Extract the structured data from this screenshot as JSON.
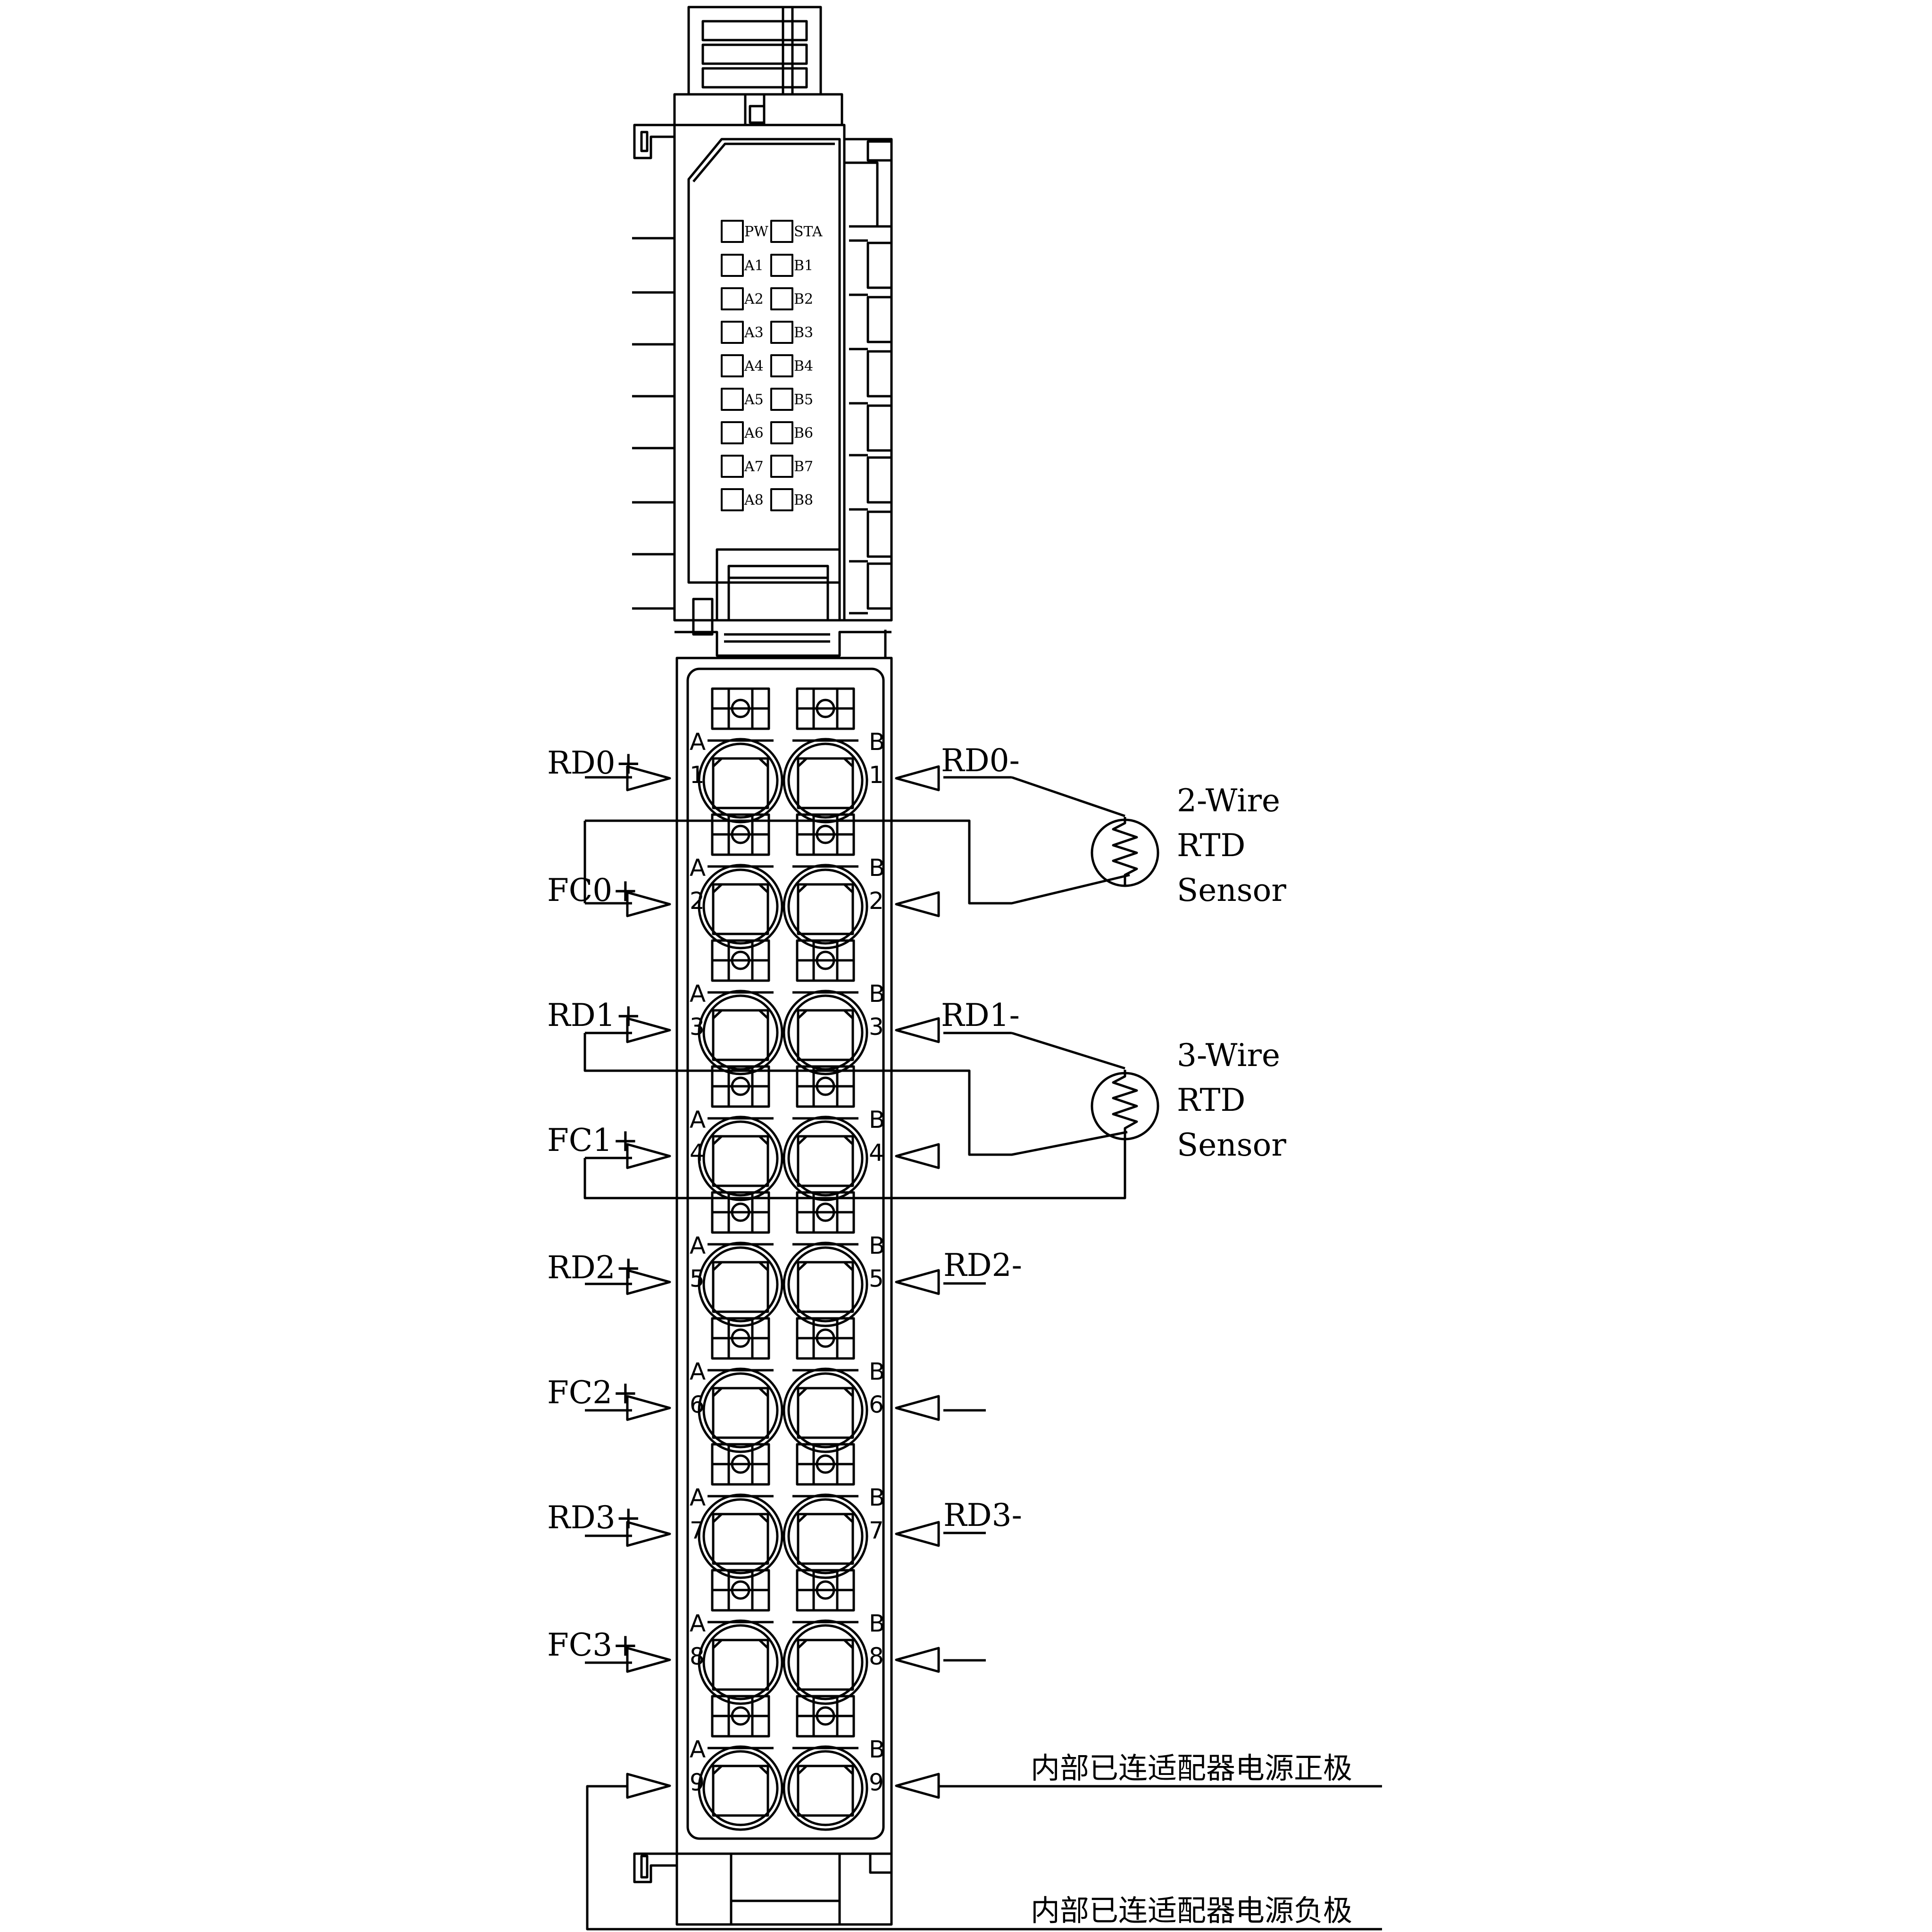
{
  "leds": {
    "top": [
      "PW",
      "STA"
    ],
    "a": [
      "A1",
      "A2",
      "A3",
      "A4",
      "A5",
      "A6",
      "A7",
      "A8"
    ],
    "b": [
      "B1",
      "B2",
      "B3",
      "B4",
      "B5",
      "B6",
      "B7",
      "B8"
    ]
  },
  "terminals": {
    "col_a": "A",
    "col_b": "B",
    "numbers": [
      "1",
      "2",
      "3",
      "4",
      "5",
      "6",
      "7",
      "8",
      "9"
    ]
  },
  "left_labels": [
    "RD0+",
    "FC0+",
    "RD1+",
    "FC1+",
    "RD2+",
    "FC2+",
    "RD3+",
    "FC3+"
  ],
  "right_labels": {
    "r1": "RD0-",
    "r3": "RD1-",
    "r5": "RD2-",
    "r7": "RD3-"
  },
  "sensors": {
    "two_wire": [
      "2-Wire",
      "RTD",
      "Sensor"
    ],
    "three_wire": [
      "3-Wire",
      "RTD",
      "Sensor"
    ]
  },
  "power_notes": {
    "positive": "内部已连适配器电源正极",
    "negative": "内部已连适配器电源负极"
  }
}
